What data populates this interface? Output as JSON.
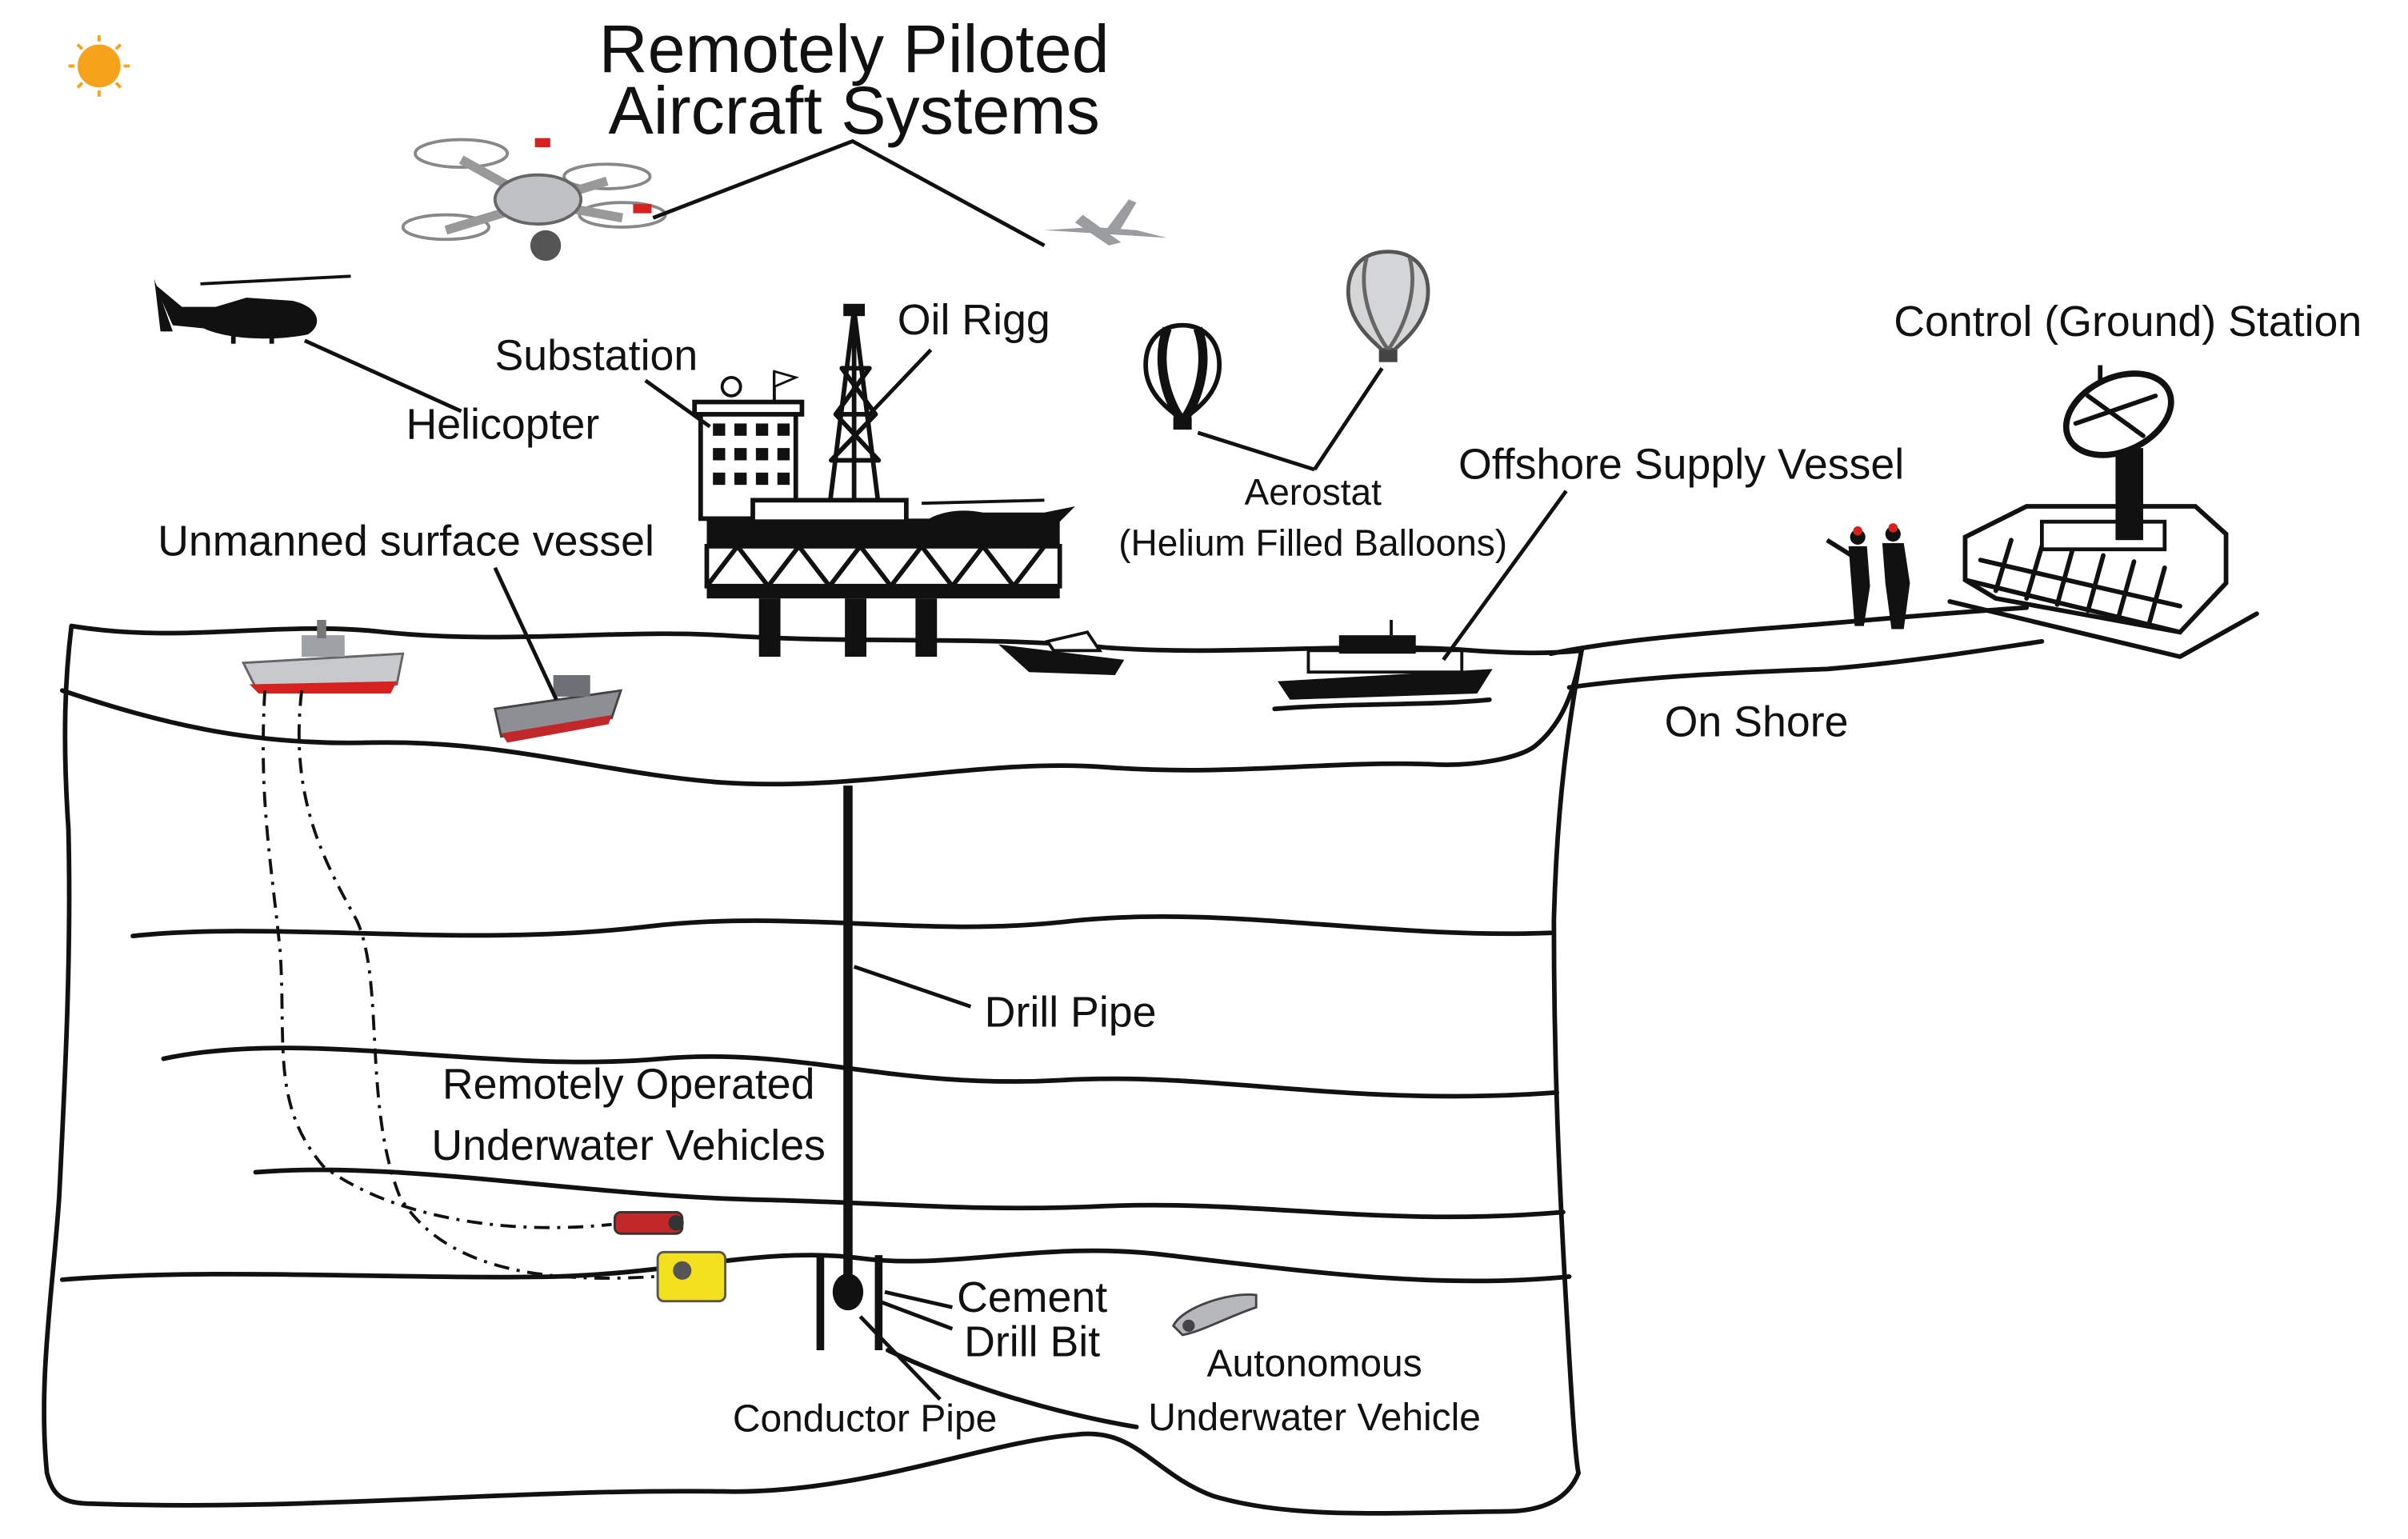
{
  "labels": {
    "rpas_line1": "Remotely Piloted",
    "rpas_line2": "Aircraft Systems",
    "helicopter": "Helicopter",
    "substation": "Substation",
    "oil_rig": "Oil Rigg",
    "control_station": "Control (Ground) Station",
    "offshore_supply_vessel": "Offshore Supply Vessel",
    "aerostat_line1": "Aerostat",
    "aerostat_line2": "(Helium Filled Balloons)",
    "usv": "Unmanned surface vessel",
    "on_shore": "On Shore",
    "drill_pipe": "Drill Pipe",
    "rov_line1": "Remotely Operated",
    "rov_line2": "Underwater Vehicles",
    "cement": "Cement",
    "drill_bit": "Drill Bit",
    "conductor_pipe": "Conductor Pipe",
    "auv_line1": "Autonomous",
    "auv_line2": "Underwater Vehicle"
  },
  "icons": {
    "sun": "sun-icon",
    "quadcopter": "quadcopter-drone-icon",
    "fixed_wing_drone": "fixed-wing-drone-icon",
    "helicopter": "helicopter-icon",
    "oil_rig": "oil-rig-platform-icon",
    "balloon_striped": "striped-balloon-icon",
    "balloon_grey": "grey-balloon-icon",
    "ground_station": "ground-station-satellite-dish-icon",
    "people": "people-icon",
    "warship": "warship-icon",
    "usv": "unmanned-surface-vessel-icon",
    "speedboat": "speedboat-icon",
    "supply_vessel": "supply-vessel-icon",
    "rov": "rov-icon",
    "auv": "auv-icon"
  },
  "colors": {
    "sun": "#f7a21b",
    "accent_red": "#d6221e",
    "rov_yellow": "#f2e01e",
    "ship_grey": "#8d8f94",
    "line": "#111111"
  }
}
